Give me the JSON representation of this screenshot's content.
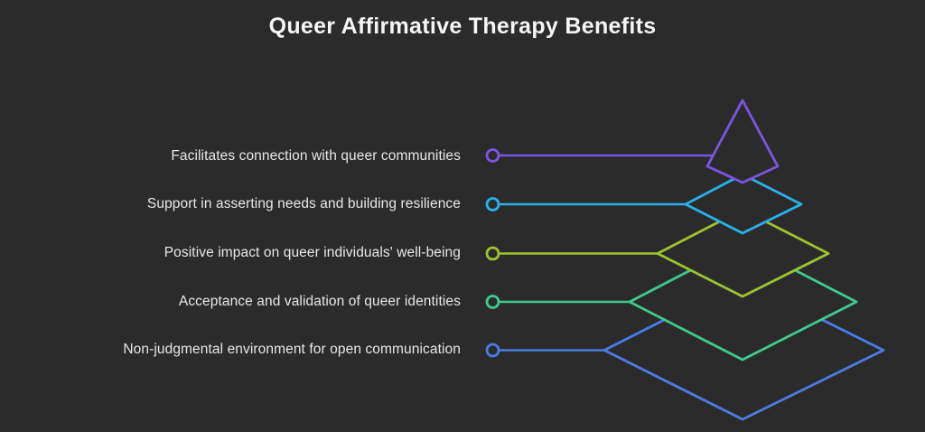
{
  "title": "Queer Affirmative Therapy Benefits",
  "colors": {
    "background": "#2b2b2b",
    "title_text": "#f5f5f5",
    "label_text": "#e8e8e8"
  },
  "items": [
    {
      "label": "Facilitates connection with queer communities",
      "color": "#7b55e2",
      "shape": "pyramid-apex"
    },
    {
      "label": "Support in asserting needs and building resilience",
      "color": "#27b2ea",
      "shape": "pyramid-level-2"
    },
    {
      "label": "Positive impact on queer individuals' well-being",
      "color": "#9dc32f",
      "shape": "pyramid-level-3"
    },
    {
      "label": "Acceptance and validation of queer identities",
      "color": "#3fcb8e",
      "shape": "pyramid-level-4"
    },
    {
      "label": "Non-judgmental environment for open communication",
      "color": "#4a7ce2",
      "shape": "pyramid-level-5"
    }
  ]
}
